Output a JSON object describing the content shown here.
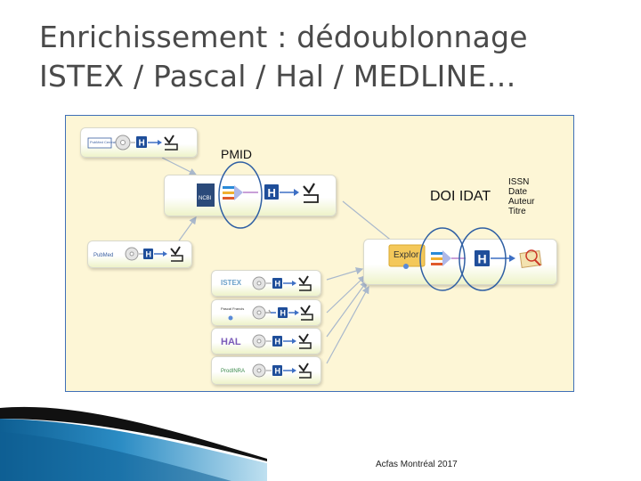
{
  "title": {
    "line1": "Enrichissement : dédoublonnage",
    "line2": "ISTEX / Pascal / Hal / MEDLINE…"
  },
  "diagram": {
    "pmid_label": "PMID",
    "doi_idat_label": "DOI  IDAT",
    "metadata_fields": [
      "ISSN",
      "Date",
      "Auteur",
      "Titre"
    ],
    "sources": {
      "pubmed_central": "PubMed Central",
      "pubmed": "PubMed",
      "istex": "ISTEX",
      "pascal_francis": "Pascal Francis",
      "hal": "HAL",
      "prodinra": "ProdINRA"
    },
    "ncbi_label": "NCBI",
    "explore_label": "Explor",
    "h_letter": "H"
  },
  "footer": {
    "text": "Acfas Montréal 2017"
  },
  "colors": {
    "title": "#4a4a4a",
    "panel_bg": "#fdf6d6",
    "panel_border": "#3f6fb7",
    "hal_blue": "#1f4e9a",
    "ellipse": "#2f5fa3",
    "swoosh_blue": "#1a6aa0"
  }
}
